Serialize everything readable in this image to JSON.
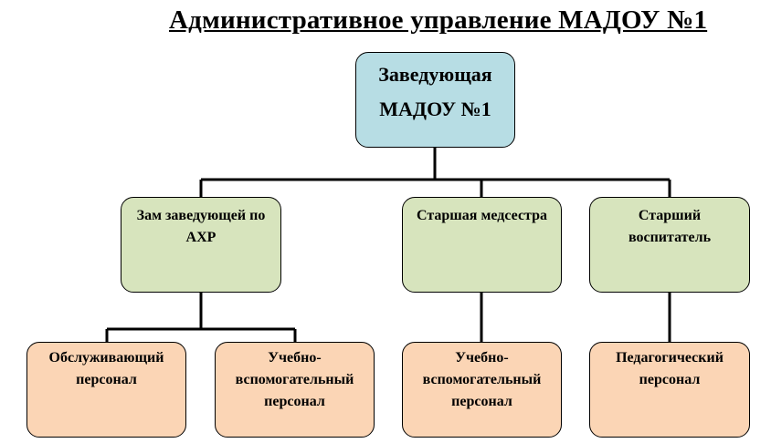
{
  "title": "Административное управление МАДОУ №1",
  "root": {
    "lines": [
      "Заведующая",
      "МАДОУ №1"
    ]
  },
  "level2": [
    {
      "lines": [
        "Зам заведующей по",
        "АХР"
      ]
    },
    {
      "lines": [
        "Старшая медсестра"
      ]
    },
    {
      "lines": [
        "Старший",
        "воспитатель"
      ]
    }
  ],
  "level3": [
    {
      "lines": [
        "Обслуживающий",
        "персонал"
      ]
    },
    {
      "lines": [
        "Учебно-",
        "вспомогательный",
        "персонал"
      ]
    },
    {
      "lines": [
        "Учебно-",
        "вспомогательный",
        "персонал"
      ]
    },
    {
      "lines": [
        "Педагогический",
        "персонал"
      ]
    }
  ],
  "colors": {
    "root": "#b7dde4",
    "level2": "#d7e4bd",
    "level3": "#fbd5b5"
  }
}
